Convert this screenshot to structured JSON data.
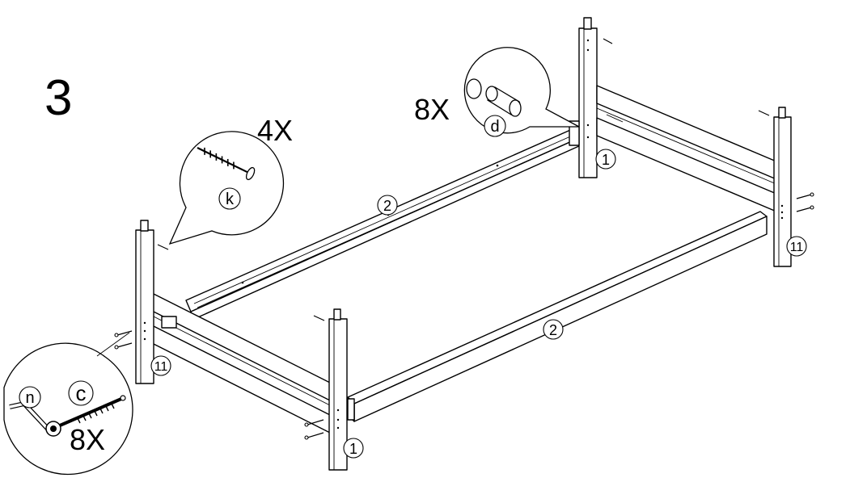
{
  "step_number": "3",
  "callouts": {
    "screw_k": {
      "quantity": "4X",
      "part_letter": "k",
      "icon": "wood-screw-icon"
    },
    "dowel_d": {
      "quantity": "8X",
      "part_letter": "d",
      "icon": "dowel-pin-icon"
    },
    "bolt_c_n": {
      "quantity": "8X",
      "part_letters": [
        "n",
        "c"
      ],
      "icons": [
        "allen-key-icon",
        "bolt-icon"
      ]
    }
  },
  "part_labels": {
    "post_back_left": "1",
    "post_front_left": "1",
    "post_front_back": "11",
    "post_right_back": "11",
    "rail_back": "2",
    "rail_front": "2"
  },
  "colors": {
    "line": "#000000",
    "background": "#ffffff"
  }
}
